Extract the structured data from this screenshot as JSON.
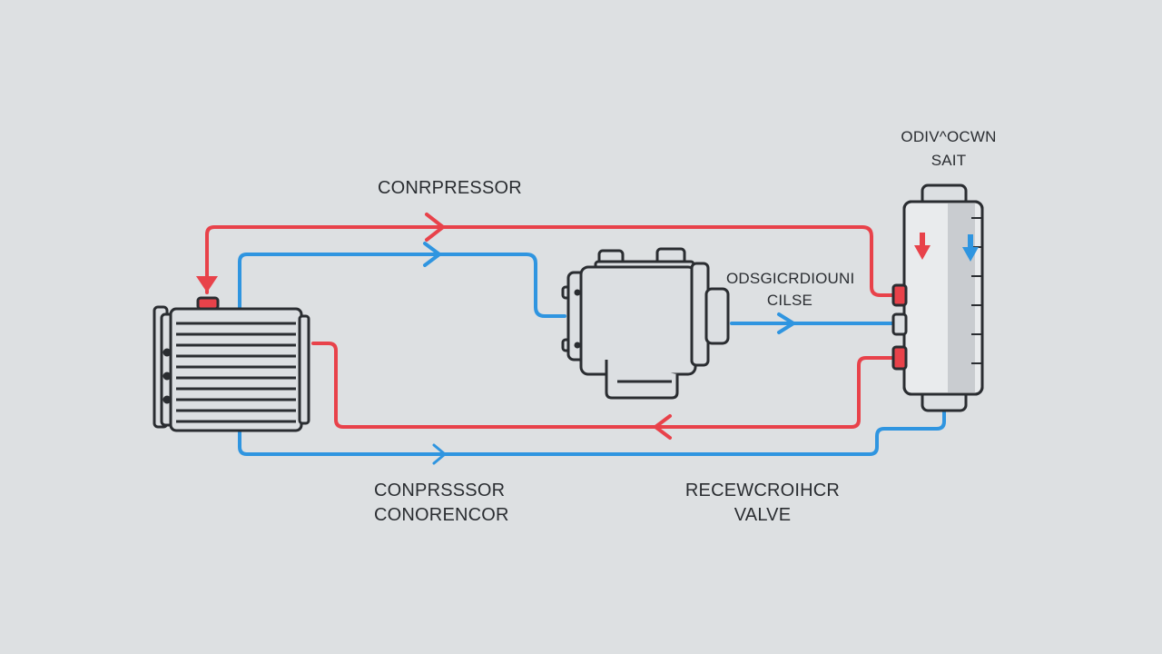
{
  "colors": {
    "background": "#dde0e2",
    "hot_line": "#e8424a",
    "cold_line": "#2f95e0",
    "outline": "#2a2d31",
    "component_fill": "#dcdfe2"
  },
  "labels": {
    "top_compressor": "CONRPRESSOR",
    "receiver_top_line1": "ODIV^OCWN",
    "receiver_top_line2": "SAIT",
    "middle_line1": "ODSGICRDIOUNI",
    "middle_line2": "CILSE",
    "bottom_left_line1": "CONPRSSSOR",
    "bottom_left_line2": "CONORENCOR",
    "bottom_right_line1": "RECEWCROIHCR",
    "bottom_right_line2": "VALVE"
  },
  "icons": {
    "condenser": "condenser-icon",
    "compressor": "compressor-icon",
    "receiver": "receiver-drier-icon",
    "flow_arrow": "arrow-icon"
  }
}
